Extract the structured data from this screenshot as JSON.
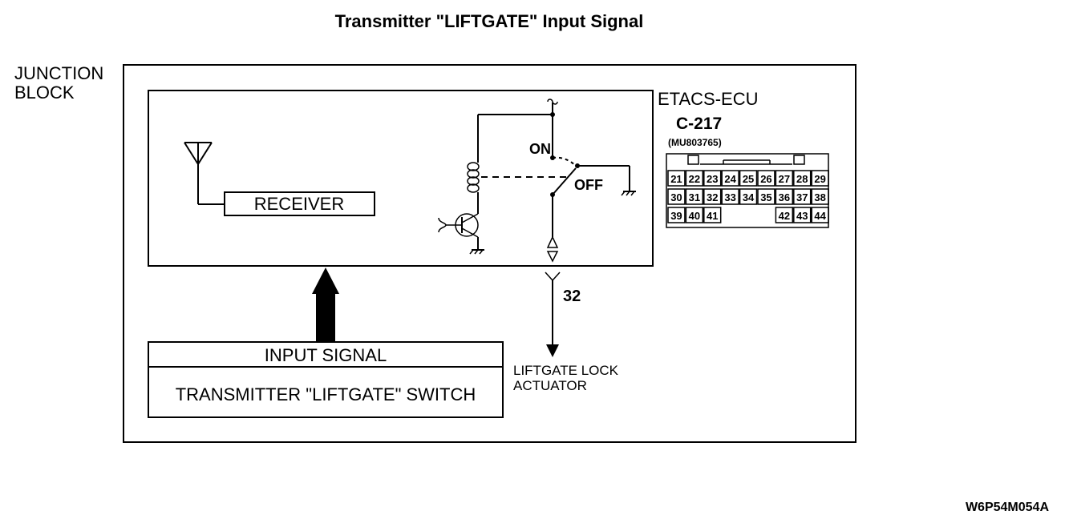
{
  "title": "Transmitter \"LIFTGATE\" Input Signal",
  "junction_block": {
    "line1": "JUNCTION",
    "line2": "BLOCK"
  },
  "ecu": {
    "name": "ETACS-ECU",
    "connector": "C-217",
    "part_number": "(MU803765)",
    "pins_row1": [
      "21",
      "22",
      "23",
      "24",
      "25",
      "26",
      "27",
      "28",
      "29"
    ],
    "pins_row2": [
      "30",
      "31",
      "32",
      "33",
      "34",
      "35",
      "36",
      "37",
      "38"
    ],
    "pins_row3_left": [
      "39",
      "40",
      "41"
    ],
    "pins_row3_right": [
      "42",
      "43",
      "44"
    ]
  },
  "receiver_label": "RECEIVER",
  "relay": {
    "on_label": "ON",
    "off_label": "OFF"
  },
  "terminal_number": "32",
  "input": {
    "header": "INPUT SIGNAL",
    "source": "TRANSMITTER \"LIFTGATE\" SWITCH"
  },
  "output": {
    "line1": "LIFTGATE LOCK",
    "line2": "ACTUATOR"
  },
  "figure_code": "W6P54M054A"
}
